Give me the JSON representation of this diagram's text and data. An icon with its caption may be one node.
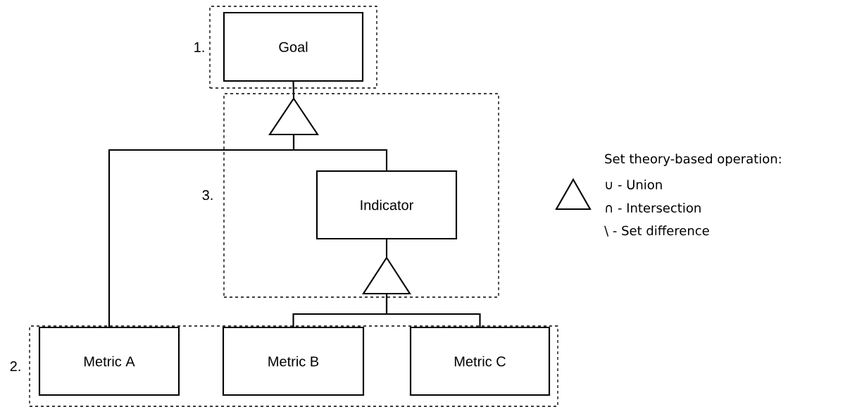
{
  "diagram": {
    "nodes": [
      {
        "text": [
          "1."
        ]
      },
      {
        "text": [
          "Goal"
        ],
        "in": 0
      },
      {
        "text": [
          "3."
        ]
      },
      {
        "text": [],
        "shape": "triangle",
        "in": 2
      },
      {
        "text": [
          "Indicator"
        ],
        "in": 2
      },
      {
        "text": [],
        "shape": "triangle",
        "in": 2
      },
      {
        "text": [
          "2."
        ]
      },
      {
        "text": [
          "Metric A"
        ],
        "in": 6
      },
      {
        "text": [
          "Metric B"
        ],
        "in": 6
      },
      {
        "text": [
          "Metric C"
        ],
        "in": 6
      }
    ],
    "edges": [
      {
        "from": 1,
        "to": 3,
        "arrow": "none"
      },
      {
        "from": 3,
        "to": 7,
        "arrow": "none"
      },
      {
        "from": 3,
        "to": 4,
        "arrow": "none"
      },
      {
        "from": 4,
        "to": 5,
        "arrow": "none"
      },
      {
        "from": 5,
        "to": 8,
        "arrow": "none"
      },
      {
        "from": 5,
        "to": 9,
        "arrow": "none"
      }
    ],
    "labels": [
      "Set theory-based operation:",
      "∪ - Union",
      "∩ - Intersection",
      "\\ - Set difference"
    ]
  }
}
